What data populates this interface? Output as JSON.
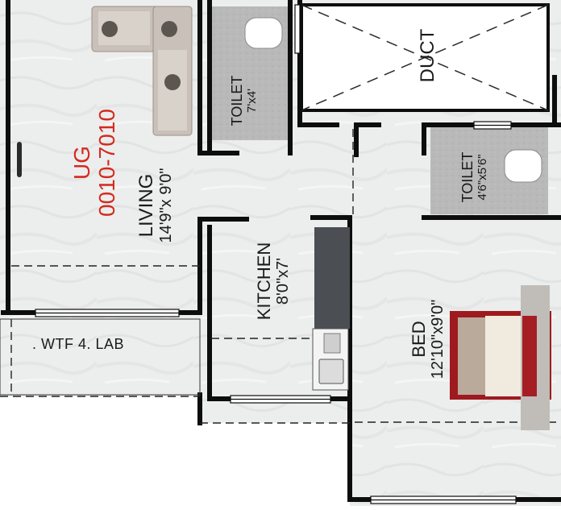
{
  "unit": {
    "code_line1": "UG",
    "code_line2": "0010-7010",
    "code_color": "#d42a1f"
  },
  "rooms": {
    "living": {
      "name": "LIVING",
      "size": "14'9\"x 9'0\""
    },
    "kitchen": {
      "name": "KITCHEN",
      "size": "8'0\"x7'"
    },
    "bed": {
      "name": "BED",
      "size": "12'10\"x9'0\""
    },
    "toilet1": {
      "name": "TOILET",
      "size": "7'x4'"
    },
    "toilet2": {
      "name": "TOILET",
      "size": "4'6\"x5'6\""
    },
    "duct": {
      "name": "DUCT"
    },
    "wtf": {
      "name": ". WTF 4. LAB"
    }
  },
  "colors": {
    "wall": "#0d0d0d",
    "floor": "#eceeed",
    "wet_area": "#b9b9b9",
    "counter": "#4b4f53",
    "bed_accent": "#a91d22"
  }
}
